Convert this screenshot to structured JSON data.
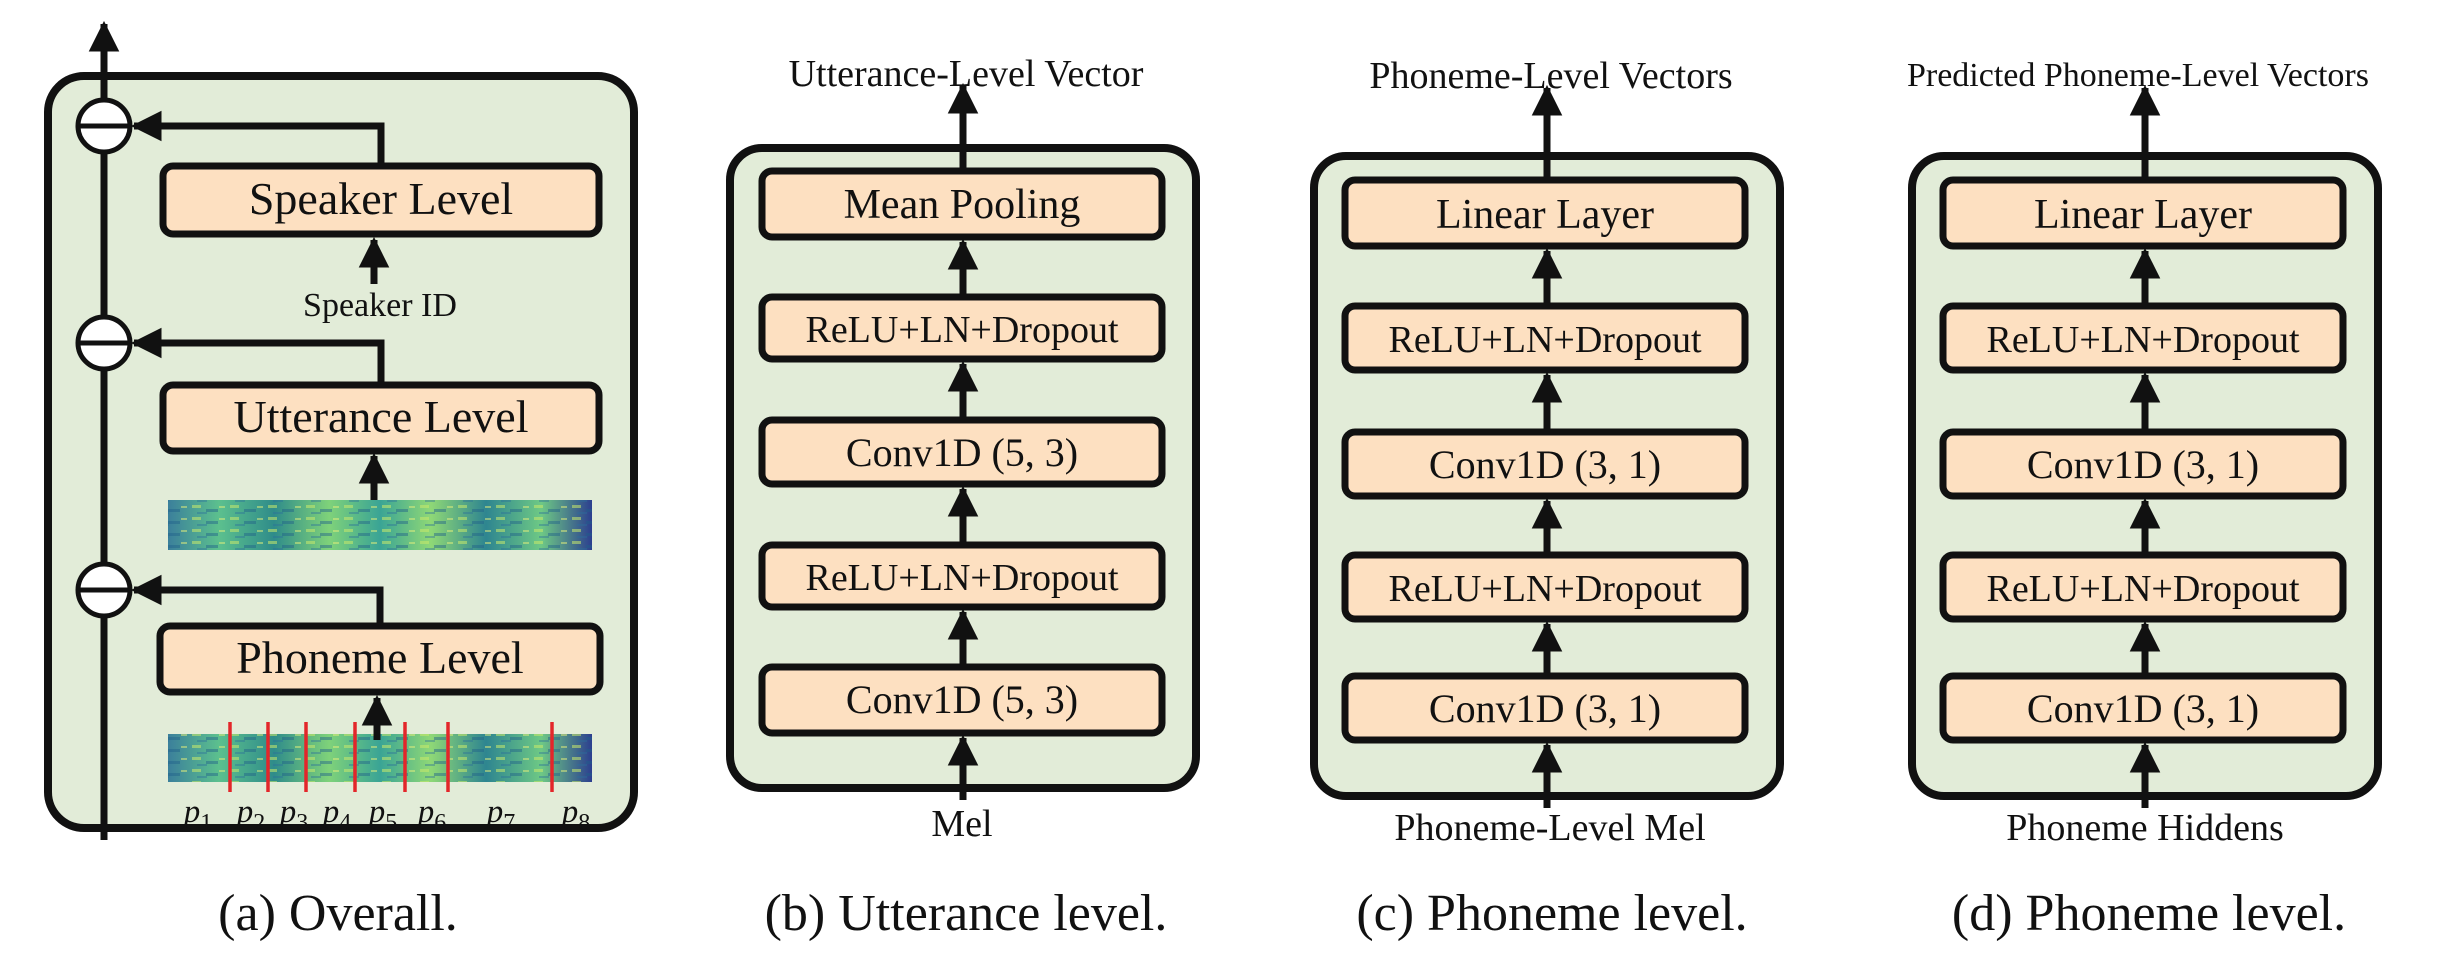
{
  "panel_a": {
    "speaker_block": "Speaker Level",
    "speaker_input": "Speaker ID",
    "utterance_block": "Utterance Level",
    "phoneme_block": "Phoneme Level",
    "phoneme_markers": [
      "p1",
      "p2",
      "p3",
      "p4",
      "p5",
      "p6",
      "p7",
      "p8"
    ],
    "caption": "(a) Overall."
  },
  "panel_b": {
    "output": "Utterance-Level Vector",
    "blocks": [
      "Mean Pooling",
      "ReLU+LN+Dropout",
      "Conv1D (5, 3)",
      "ReLU+LN+Dropout",
      "Conv1D (5, 3)"
    ],
    "input": "Mel",
    "caption": "(b) Utterance level."
  },
  "panel_c": {
    "output": "Phoneme-Level Vectors",
    "blocks": [
      "Linear Layer",
      "ReLU+LN+Dropout",
      "Conv1D (3, 1)",
      "ReLU+LN+Dropout",
      "Conv1D (3, 1)"
    ],
    "input": "Phoneme-Level Mel",
    "caption": "(c) Phoneme level."
  },
  "panel_d": {
    "output": "Predicted Phoneme-Level Vectors",
    "blocks": [
      "Linear Layer",
      "ReLU+LN+Dropout",
      "Conv1D (3, 1)",
      "ReLU+LN+Dropout",
      "Conv1D (3, 1)"
    ],
    "input": "Phoneme Hiddens",
    "caption": "(d) Phoneme level."
  },
  "colors": {
    "panel_fill": "#e2ecd8",
    "block_fill": "#fde0c1",
    "outline": "#111111",
    "phoneme_boundary": "#e3262a"
  }
}
